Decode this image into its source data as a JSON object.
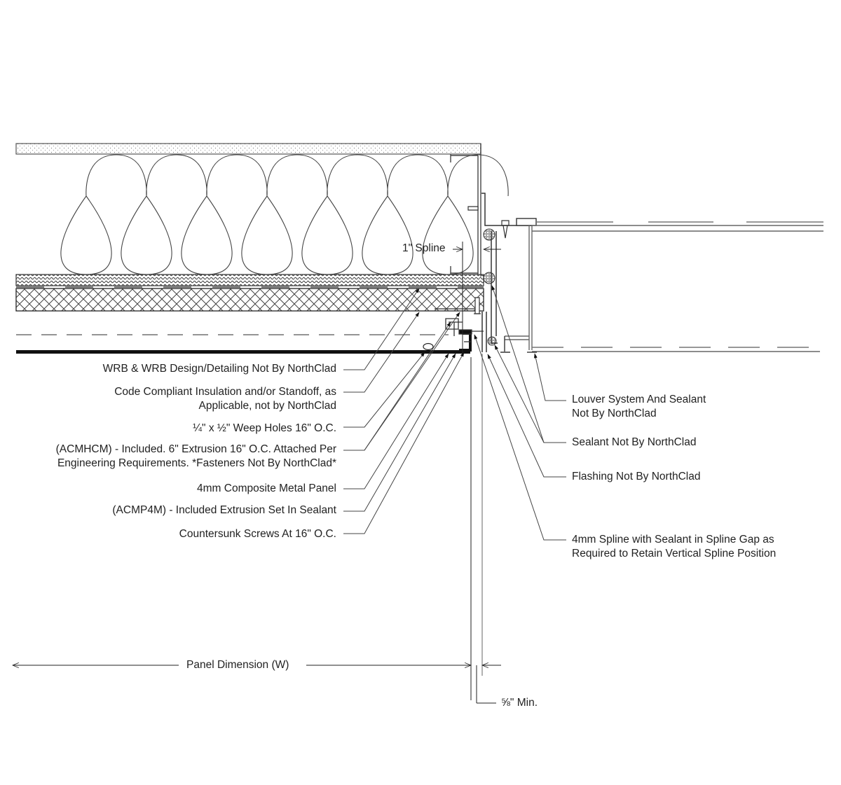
{
  "title": "Composite Metal Panel Jamb Detail at Louver",
  "colors": {
    "line": "#333333",
    "leader": "#4a4a4a",
    "panel": "#111111",
    "hatch": "#555555"
  },
  "dimension_labels": {
    "spline": "1\" Spline",
    "panel_width": "Panel Dimension (W)",
    "min_gap": "⅝\" Min."
  },
  "callouts_left": [
    {
      "id": "wrb",
      "lines": [
        "WRB & WRB Design/Detailing Not By NorthClad"
      ]
    },
    {
      "id": "insulation",
      "lines": [
        "Code Compliant Insulation and/or Standoff, as",
        "Applicable, not by NorthClad"
      ]
    },
    {
      "id": "weep",
      "lines": [
        "¼\" x ½\" Weep Holes 16\" O.C."
      ]
    },
    {
      "id": "acmhcm",
      "lines": [
        "(ACMHCM) - Included. 6\" Extrusion 16\" O.C. Attached Per",
        "Engineering Requirements. *Fasteners Not By NorthClad*"
      ]
    },
    {
      "id": "panel",
      "lines": [
        "4mm Composite Metal Panel"
      ]
    },
    {
      "id": "acmp4m",
      "lines": [
        "(ACMP4M) - Included Extrusion Set In Sealant"
      ]
    },
    {
      "id": "screws",
      "lines": [
        "Countersunk Screws At 16\" O.C."
      ]
    }
  ],
  "callouts_right": [
    {
      "id": "louver",
      "lines": [
        "Louver System And Sealant",
        "Not By NorthClad"
      ]
    },
    {
      "id": "sealant",
      "lines": [
        "Sealant Not By NorthClad"
      ]
    },
    {
      "id": "flashing",
      "lines": [
        "Flashing Not By NorthClad"
      ]
    },
    {
      "id": "spline",
      "lines": [
        "4mm Spline with Sealant in Spline Gap as",
        "Required to Retain Vertical Spline Position"
      ]
    }
  ]
}
